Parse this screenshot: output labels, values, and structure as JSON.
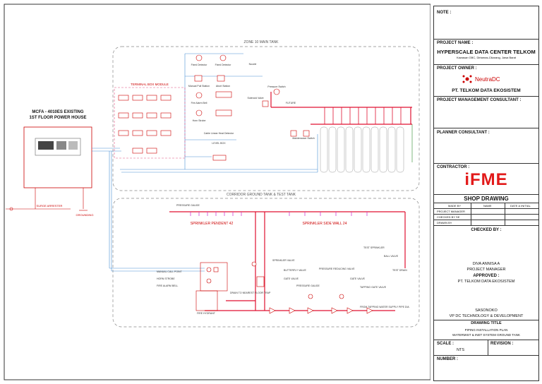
{
  "drawing": {
    "zone_title": "ZONE 10 MAIN TANK",
    "terminal_box_title": "TERMINAL BOX MODULE",
    "corridor_title": "CORRIDOR GROUND TANK & TEST TANK",
    "panel_title_1": "MCFA - 4010ES EXISTING",
    "panel_title_2": "1ST FLOOR POWER HOUSE",
    "surge_arrester": "SURGE ARRESTER",
    "grounding": "GROUNDING",
    "devices": {
      "fixed_det_1": "Fixed Detector",
      "fixed_det_2": "Fixed Detector",
      "nozzle": "Nozzle",
      "manual_pull": "Manual Pull Station",
      "abort": "Abort Station",
      "pressure_switch": "Pressure Switch",
      "solenoid": "Solenoid Valve",
      "future": "FUTURE",
      "fire_alarm_bell": "Fire Alarm Bell",
      "strobe": "Horn Strobe",
      "maintenance": "Maintenance Switch",
      "linear_heat": "Cable Linear Heat Detector",
      "level_box": "LEVEL BOX"
    },
    "sprinkler_pendent": "SPRINKLER PENDENT 42",
    "sprinkler_sidewall": "SPRINKLER SIDE WALL 24",
    "test_sprinkler": "TEST SPRINKLER",
    "ball_valve": "BALL VALVE",
    "test_drain": "TEST DRAIN",
    "manual_call_point": "MANUAL CALL POINT",
    "horn_strobe": "HORN STROBE",
    "fire_alarm_bell": "FIRE ALARM BELL",
    "sprinkler_valve": "SPRINKLER VALVE",
    "butterfly_valve": "BUTTERFLY VALVE",
    "pressure_reducing": "PRESSURE REDUCING VALVE",
    "gate_valve_1": "GATE VALVE",
    "gate_valve_2": "GATE VALVE",
    "pressure_gauge": "PRESSURE GAUGE",
    "tapping_gate": "TAPPING GATE VALVE",
    "drain_to_nearest": "DRAIN TO NEAREST FLOOR TRAP",
    "fire_hydrant": "FIRE HYDRANT",
    "water_supply": "FROM TAPPING WATER SUPPLY PIPE DIA",
    "pressure_gauge_top": "PRESSURE GAUGE"
  },
  "title_block": {
    "note_label": "NOTE :",
    "project_name_label": "PROJECT NAME :",
    "project_name": "HYPERSCALE DATA CENTER TELKOM",
    "project_address": "Kawasan GBC, Dirtamas-Cikarang, Jawa Barat",
    "project_owner_label": "PROJECT OWNER :",
    "owner_logo_text": "NeutraDC",
    "owner_name": "PT. TELKOM DATA EKOSISTEM",
    "pm_consultant_label": "PROJECT MANAGEMENT CONSULTANT :",
    "planner_label": "PLANNER CONSULTANT :",
    "contractor_label": "CONTRACTOR :",
    "contractor_logo": "iFME",
    "shop_drawing": "SHOP DRAWING",
    "made_by": "MADE BY",
    "name": "NAME",
    "date_initial": "DATE & INITIAL",
    "project_manager_row": "PROJECT MANAGER",
    "checked_by_se": "CHECKED BY SE",
    "drawn_by": "DRAWN BY",
    "checked_by": "CHECKED BY :",
    "checker_name": "DIVA ANNISA A",
    "checker_role": "PROJECT MANAGER",
    "approved": "APPROVED :",
    "approver_org": "PT. TELKOM DATA EKOSISTEM",
    "approver_name": "SASONOKO",
    "approver_role": "VP DC TECHNOLOGY & DEVELOPMENT",
    "drawing_title_label": "DRAWING TITLE",
    "drawing_title_1": "PIPING INSTALLATION PLAN",
    "drawing_title_2": "WATERMIST & INET SYSTEM GROUND TANK",
    "scale_label": "SCALE :",
    "scale_value": "NTS",
    "revision_label": "REVISION :",
    "number_label": "NUMBER :"
  }
}
